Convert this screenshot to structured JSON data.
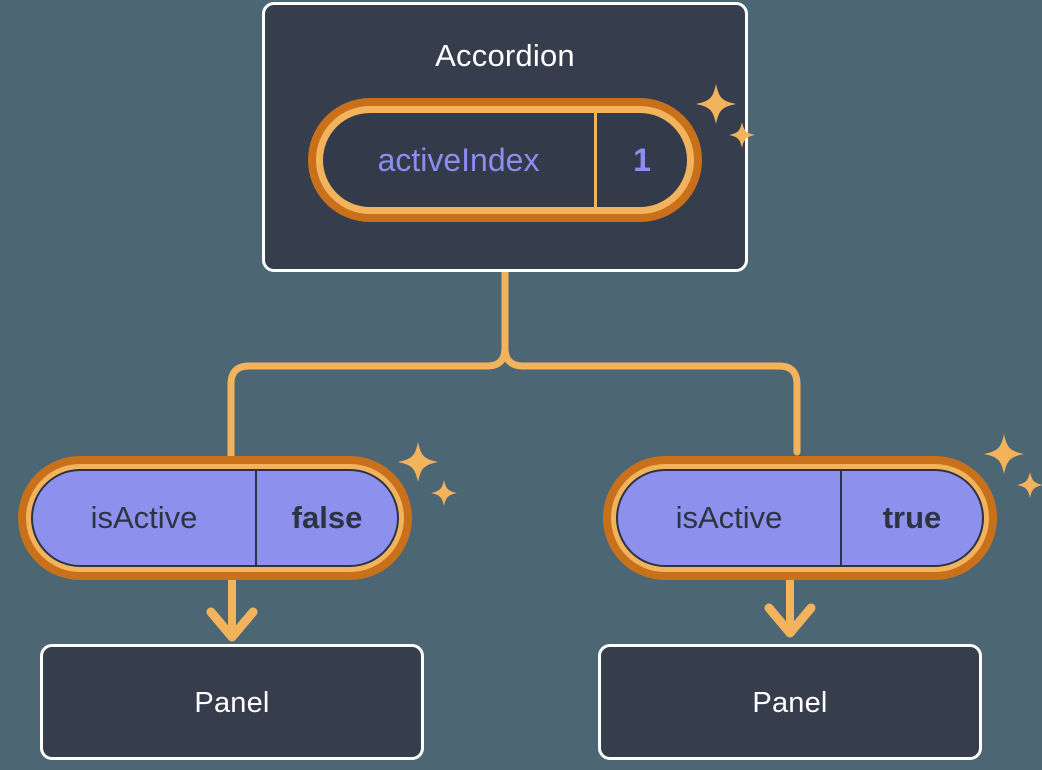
{
  "diagram": {
    "type": "component-state-tree",
    "background_color": "#4d6673",
    "accent_color": "#f3b35c",
    "accent_dark_color": "#c8711a",
    "pill_fill_color": "#8e90ee",
    "card_fill_color": "#363d4c",
    "root": {
      "title": "Accordion",
      "state": {
        "key": "activeIndex",
        "value": "1"
      }
    },
    "branches": [
      {
        "state": {
          "key": "isActive",
          "value": "false"
        },
        "child": {
          "title": "Panel"
        }
      },
      {
        "state": {
          "key": "isActive",
          "value": "true"
        },
        "child": {
          "title": "Panel"
        }
      }
    ],
    "icons": {
      "sparkle_large": "sparkle-icon",
      "sparkle_small": "sparkle-small-icon",
      "arrow": "arrow-down-icon"
    }
  }
}
